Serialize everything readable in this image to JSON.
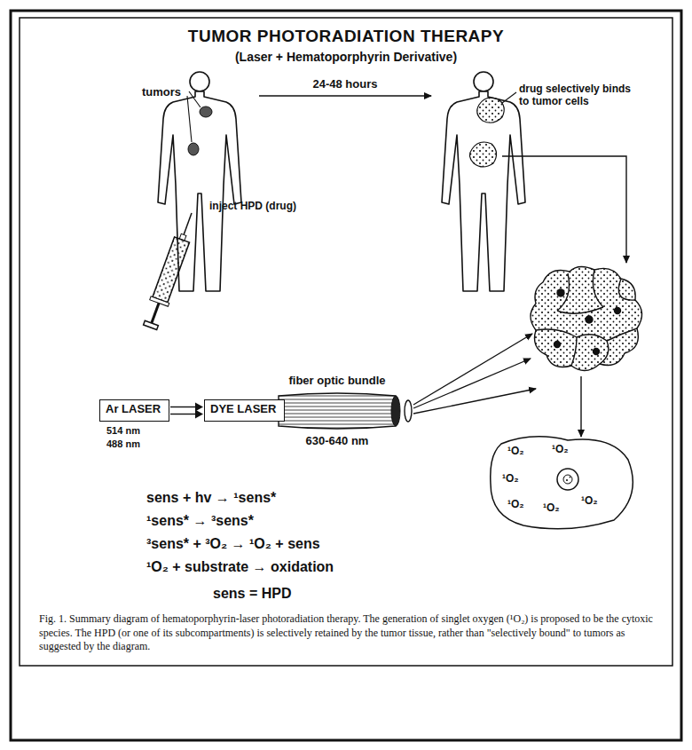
{
  "diagram": {
    "title": "TUMOR PHOTORADIATION THERAPY",
    "caption": "Fig. 1. Summary diagram of hematoporphyrin-laser photoradiation therapy. The generation of singlet oxygen (¹O₂) is proposed to be the cytoxic species. The HPD (or one of its subcompartments) is selectively retained by the tumor tissue, rather than \"selectively bound\" to tumors as suggested by the diagram.",
    "nodes": [
      {
        "text": [
          "Ar LASER"
        ]
      },
      {
        "text": [
          "DYE LASER"
        ]
      }
    ],
    "edges": [
      {
        "from": 0,
        "to": 1,
        "arrow": "to"
      }
    ],
    "labels": [
      "(Laser + Hematoporphyrin Derivative)",
      "tumors",
      "24-48 hours",
      "drug selectively binds to tumor cells",
      "inject HPD (drug)",
      "514 nm",
      "488 nm",
      "fiber optic bundle",
      "630-640 nm",
      "¹O₂",
      "¹O₂",
      "¹O₂",
      "¹O₂",
      "¹O₂",
      "¹O₂",
      "sens + hv → ¹sens*",
      "¹sens* → ³sens*",
      "³sens* + ³O₂ → ¹O₂ + sens",
      "¹O₂ + substrate → oxidation",
      "sens = HPD"
    ]
  }
}
